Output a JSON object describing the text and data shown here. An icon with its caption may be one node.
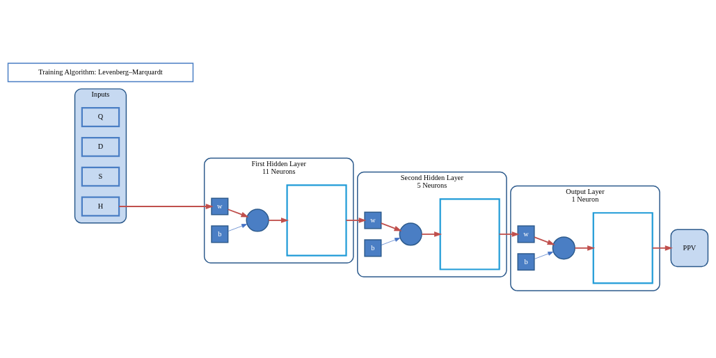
{
  "diagram": {
    "nodes": [
      {
        "text": [
          "Inputs"
        ]
      },
      {
        "text": [
          "Q"
        ],
        "in": 0
      },
      {
        "text": [
          "D"
        ],
        "in": 0
      },
      {
        "text": [
          "S"
        ],
        "in": 0
      },
      {
        "text": [
          "H"
        ],
        "in": 0
      },
      {
        "text": [
          "First Hidden Layer",
          "11 Neurons"
        ]
      },
      {
        "text": [],
        "shape": "box",
        "in": 5
      },
      {
        "text": [],
        "shape": "circle",
        "in": 5
      },
      {
        "text": [
          "w"
        ],
        "in": 5
      },
      {
        "text": [
          "b"
        ],
        "in": 5
      },
      {
        "text": [
          "Second Hidden Layer",
          "5 Neurons"
        ]
      },
      {
        "text": [],
        "shape": "box",
        "in": 10
      },
      {
        "text": [],
        "shape": "circle",
        "in": 10
      },
      {
        "text": [
          "w"
        ],
        "in": 10
      },
      {
        "text": [
          "b"
        ],
        "in": 10
      },
      {
        "text": [
          "Output Layer",
          "1 Neuron"
        ]
      },
      {
        "text": [],
        "shape": "box",
        "in": 15
      },
      {
        "text": [],
        "shape": "circle",
        "in": 15
      },
      {
        "text": [
          "w"
        ],
        "in": 15
      },
      {
        "text": [
          "b"
        ],
        "in": 15
      },
      {
        "text": [
          "PPV"
        ]
      },
      {
        "text": [
          "Training Algorithm: Levenberg–Marquardt"
        ]
      }
    ],
    "edges": [
      {
        "from": 4,
        "to": 8,
        "arrow": "to"
      },
      {
        "from": 8,
        "to": 7,
        "arrow": "to"
      },
      {
        "from": 9,
        "to": 7,
        "arrow": "to",
        "color": "#4472c4"
      },
      {
        "from": 7,
        "to": 6,
        "arrow": "to"
      },
      {
        "from": 6,
        "to": 13,
        "arrow": "to"
      },
      {
        "from": 13,
        "to": 12,
        "arrow": "to"
      },
      {
        "from": 14,
        "to": 12,
        "arrow": "to",
        "color": "#4472c4"
      },
      {
        "from": 12,
        "to": 11,
        "arrow": "to"
      },
      {
        "from": 11,
        "to": 18,
        "arrow": "to"
      },
      {
        "from": 18,
        "to": 17,
        "arrow": "to"
      },
      {
        "from": 19,
        "to": 17,
        "arrow": "to",
        "color": "#4472c4"
      },
      {
        "from": 17,
        "to": 16,
        "arrow": "to"
      },
      {
        "from": 16,
        "to": 20,
        "arrow": "to"
      }
    ]
  }
}
